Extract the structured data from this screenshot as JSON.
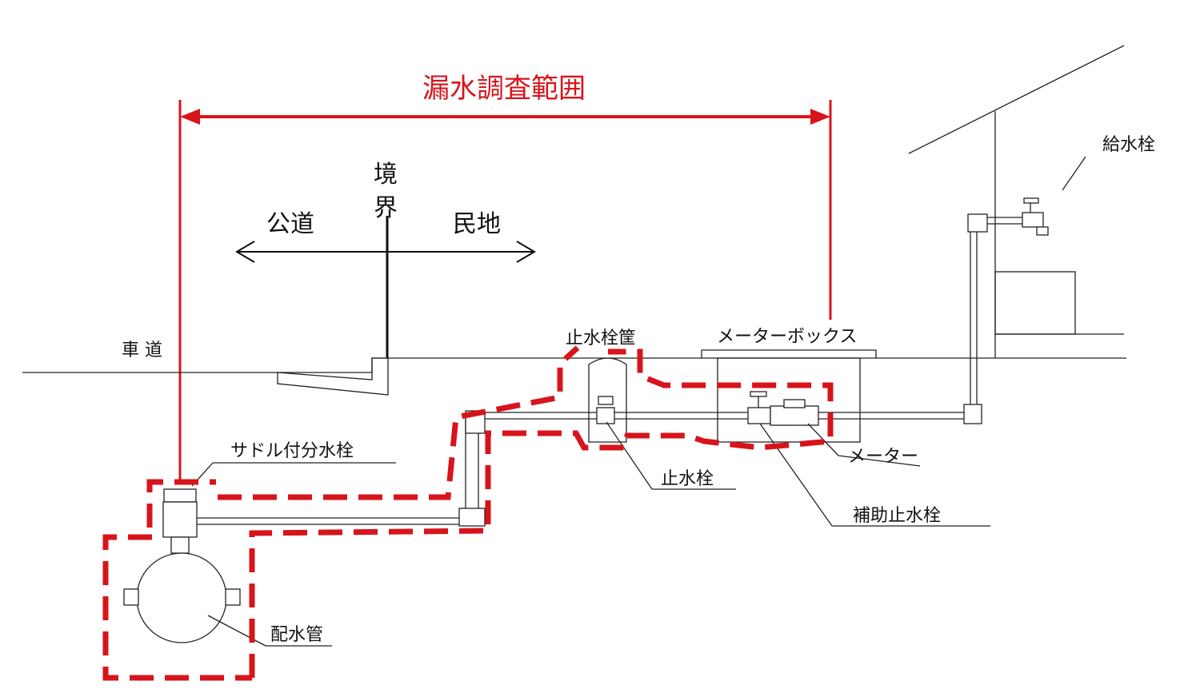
{
  "title": "漏水調査範囲",
  "boundary": {
    "label_line1": "境",
    "label_line2": "界",
    "left_label": "公道",
    "right_label": "民地"
  },
  "labels": {
    "road": "車 道",
    "stop_valve_box": "止水栓筐",
    "meter_box": "メーターボックス",
    "supply_faucet": "給水栓",
    "saddle_valve": "サドル付分水栓",
    "stop_valve": "止水栓",
    "meter": "メーター",
    "aux_stop_valve": "補助止水栓",
    "distribution_pipe": "配水管"
  },
  "colors": {
    "accent": "#d8141b",
    "line": "#222222"
  }
}
